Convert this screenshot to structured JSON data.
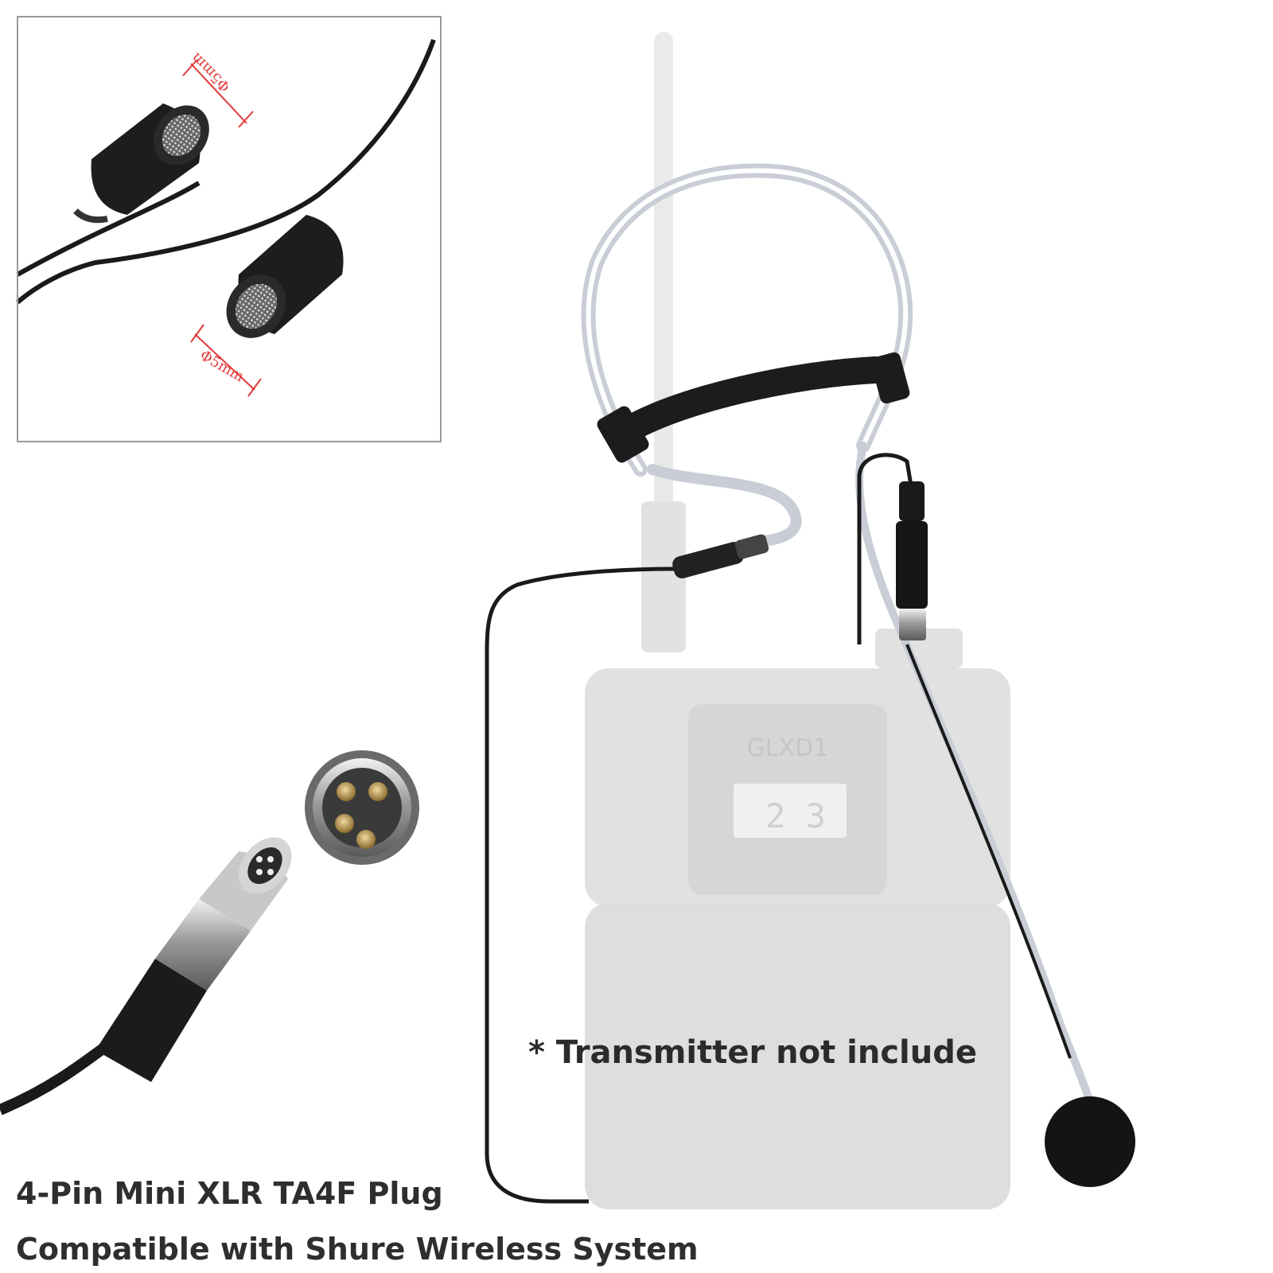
{
  "inset": {
    "dimension_top": "Φ5mm",
    "dimension_bottom": "Φ5mm"
  },
  "transmitter": {
    "model_label": "GLXD1",
    "display_digits": "2 3"
  },
  "captions": {
    "note": "* Transmitter not include",
    "connector": "4-Pin Mini XLR TA4F Plug",
    "compatibility": "Compatible with Shure Wireless System"
  },
  "colors": {
    "cable": "#1a1a1a",
    "transmitter_body": "#dcdcdc",
    "dimension_lines": "#e23a3a",
    "frame": "#9a9a9a",
    "text": "#2e2e2e"
  }
}
